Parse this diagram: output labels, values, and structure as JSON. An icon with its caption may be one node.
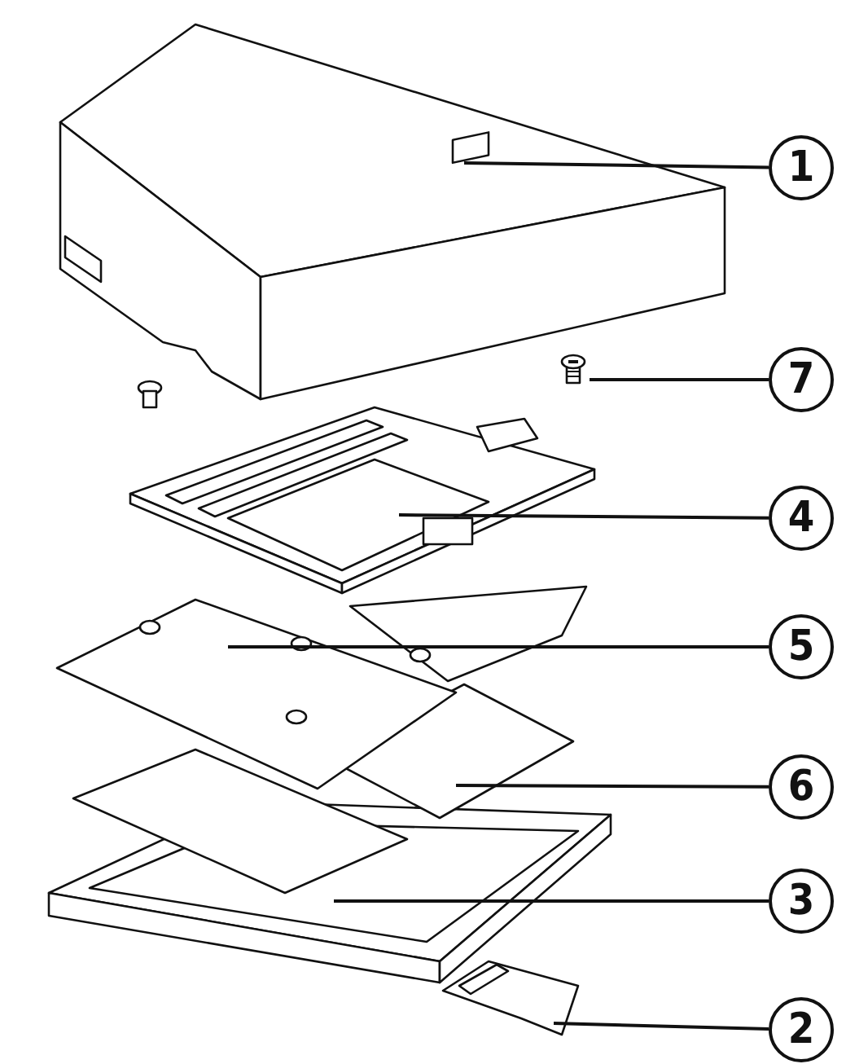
{
  "diagram": {
    "nodes": [
      {
        "text": [
          "1"
        ]
      },
      {
        "text": [],
        "shape": "picture"
      },
      {
        "text": [
          "7"
        ]
      },
      {
        "text": [],
        "shape": "picture"
      },
      {
        "text": [
          "4"
        ]
      },
      {
        "text": [],
        "shape": "picture"
      },
      {
        "text": [
          "5"
        ]
      },
      {
        "text": [],
        "shape": "picture"
      },
      {
        "text": [
          "6"
        ]
      },
      {
        "text": [],
        "shape": "picture"
      },
      {
        "text": [
          "3"
        ]
      },
      {
        "text": [],
        "shape": "picture"
      },
      {
        "text": [
          "2"
        ]
      },
      {
        "text": [],
        "shape": "picture"
      }
    ],
    "edges": [
      {
        "from": 0,
        "to": 1,
        "arrow": "none"
      },
      {
        "from": 2,
        "to": 3,
        "arrow": "none"
      },
      {
        "from": 4,
        "to": 5,
        "arrow": "none"
      },
      {
        "from": 6,
        "to": 7,
        "arrow": "none"
      },
      {
        "from": 8,
        "to": 9,
        "arrow": "none"
      },
      {
        "from": 10,
        "to": 11,
        "arrow": "none"
      },
      {
        "from": 12,
        "to": 13,
        "arrow": "none"
      }
    ]
  }
}
